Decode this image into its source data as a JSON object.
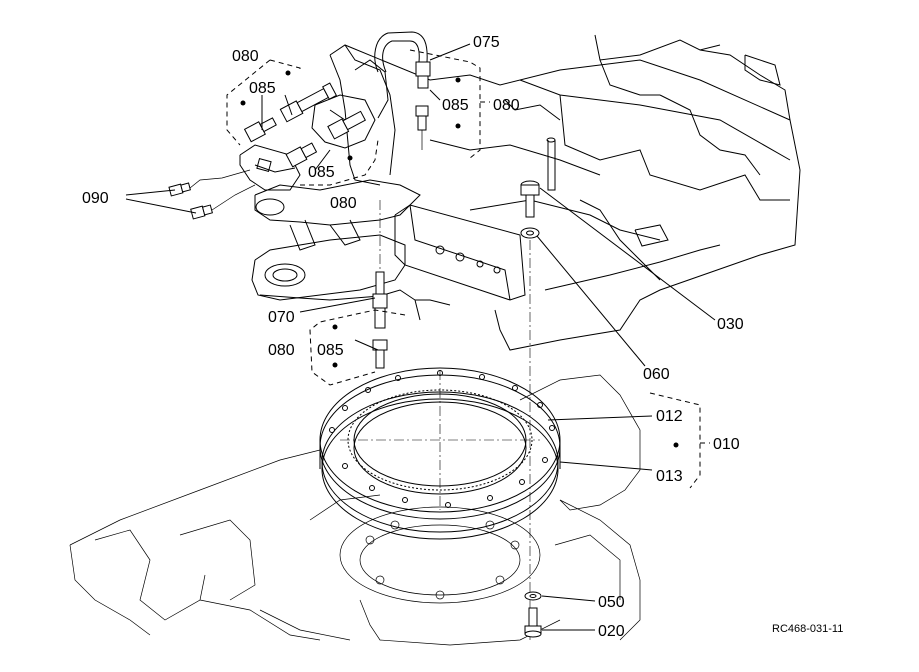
{
  "diagram": {
    "drawing_code": "RC468-031-11",
    "part_numbers": {
      "p010": "010",
      "p012": "012",
      "p013": "013",
      "p020": "020",
      "p030": "030",
      "p050": "050",
      "p060": "060",
      "p070": "070",
      "p075": "075",
      "p080a": "080",
      "p080b": "080",
      "p080c": "080",
      "p080d": "080",
      "p085a": "085",
      "p085b": "085",
      "p085c": "085",
      "p085d": "085",
      "p090": "090"
    }
  }
}
